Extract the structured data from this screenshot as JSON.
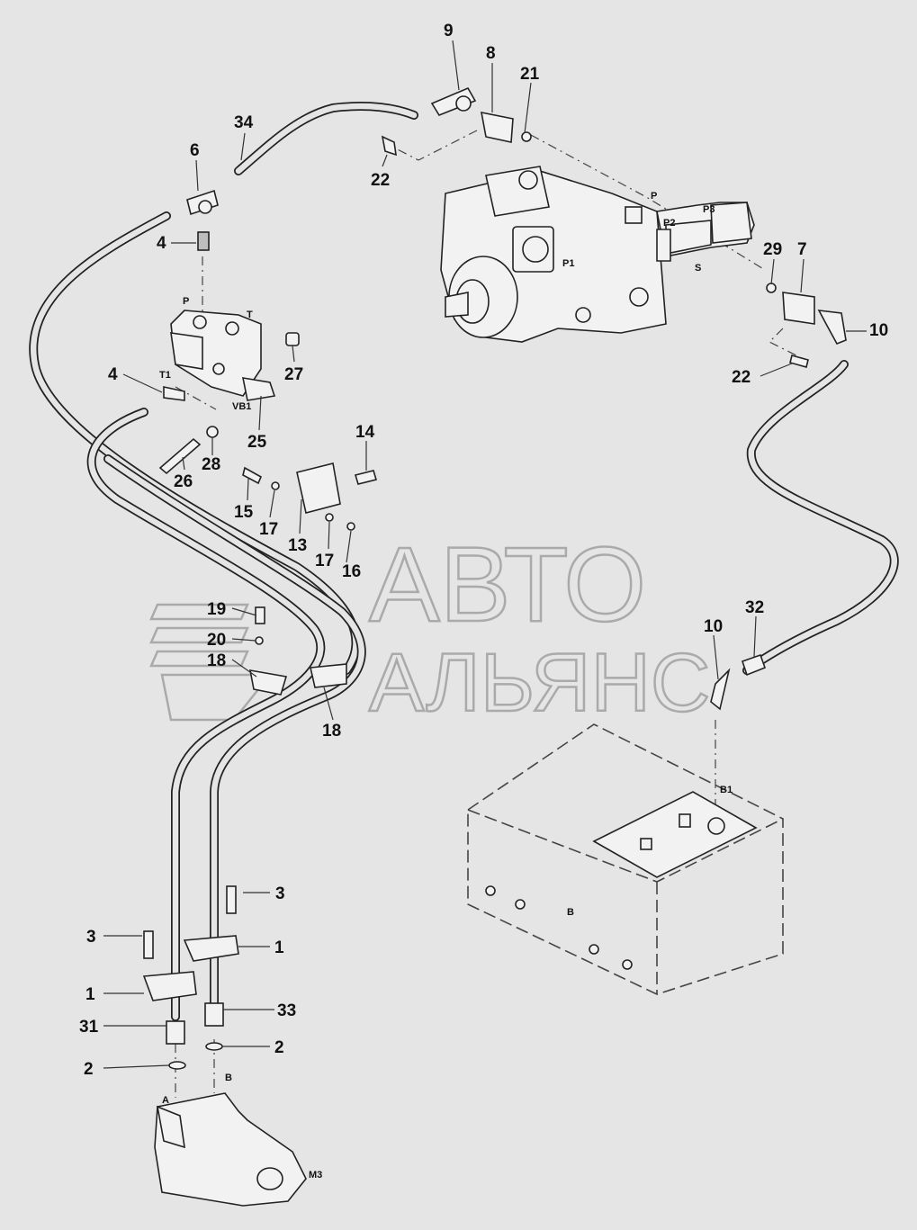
{
  "watermark": {
    "line1": "АВТО",
    "line2": "АЛЬЯНС"
  },
  "callouts": {
    "c1": "9",
    "c2": "8",
    "c3": "21",
    "c4": "34",
    "c5": "6",
    "c6": "22",
    "c7": "4",
    "c8": "29",
    "c9": "7",
    "c10": "10",
    "c11": "27",
    "c12": "22",
    "c13": "4",
    "c14": "25",
    "c15": "26",
    "c16": "28",
    "c17": "14",
    "c18": "15",
    "c19": "17",
    "c20": "13",
    "c21": "17",
    "c22": "16",
    "c23": "19",
    "c24": "20",
    "c25": "18",
    "c26": "32",
    "c27": "10",
    "c28": "18",
    "c29": "3",
    "c30": "3",
    "c31": "1",
    "c32": "1",
    "c33": "33",
    "c34": "31",
    "c35": "2",
    "c36": "2"
  },
  "ports": {
    "p1": "P",
    "p2": "T",
    "p3": "T1",
    "p4": "VB1",
    "p5": "P",
    "p6": "P2",
    "p7": "P3",
    "p8": "P1",
    "p9": "S",
    "p10": "B1",
    "p11": "B",
    "p12": "A",
    "p13": "B",
    "p14": "M3"
  }
}
